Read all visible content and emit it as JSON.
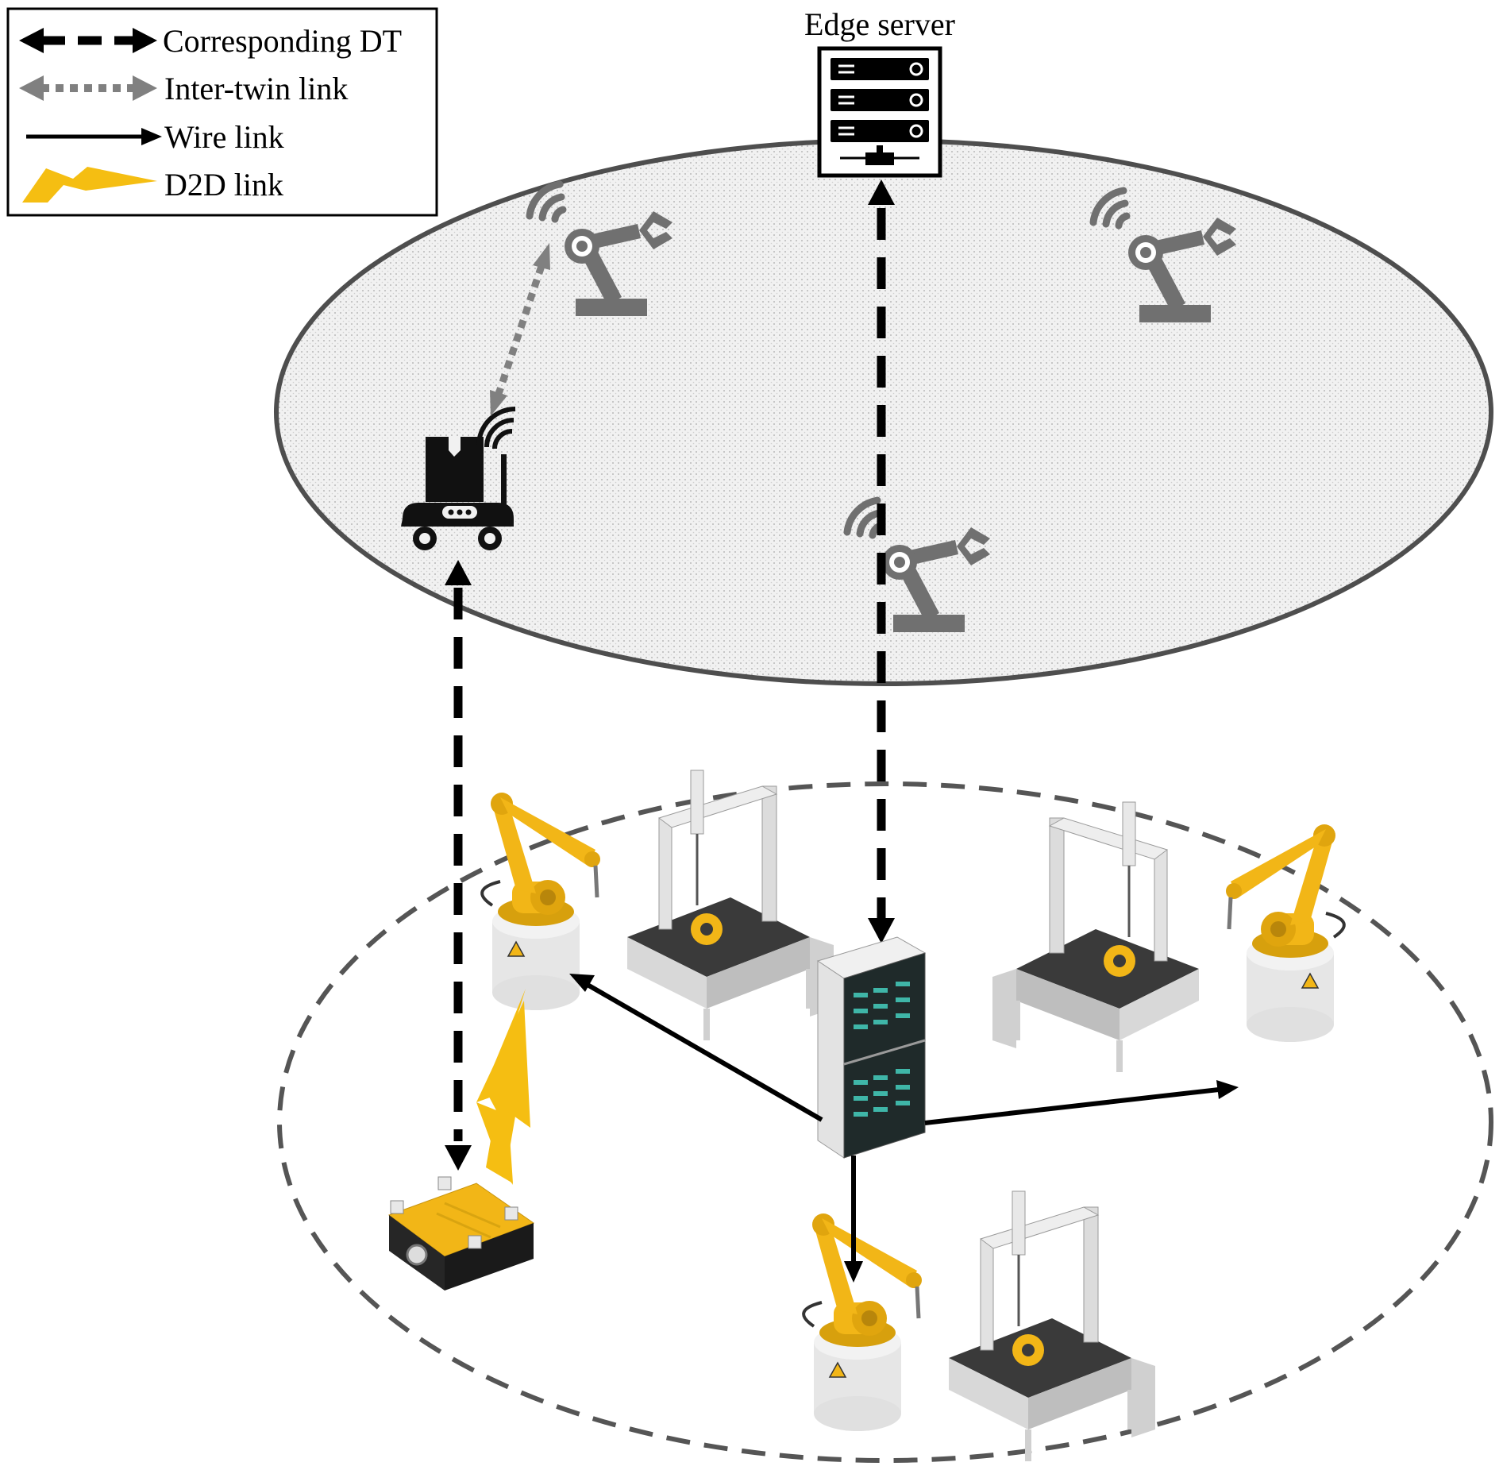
{
  "legend": {
    "items": [
      {
        "label": "Corresponding DT",
        "type": "corresponding-dt"
      },
      {
        "label": "Inter-twin link",
        "type": "inter-twin"
      },
      {
        "label": "Wire link",
        "type": "wire"
      },
      {
        "label": "D2D link",
        "type": "d2d"
      }
    ]
  },
  "edge_server": {
    "label": "Edge server"
  },
  "colors": {
    "corresponding_dt": "#000000",
    "inter_twin": "#808080",
    "wire": "#000000",
    "d2d": "#F5BE12",
    "twin_plane_fill": "#ECECEC",
    "twin_plane_border": "#505050",
    "physical_plane_border": "#555555",
    "twin_icon": "#6E6E6E",
    "robot_yellow": "#F2B617"
  }
}
